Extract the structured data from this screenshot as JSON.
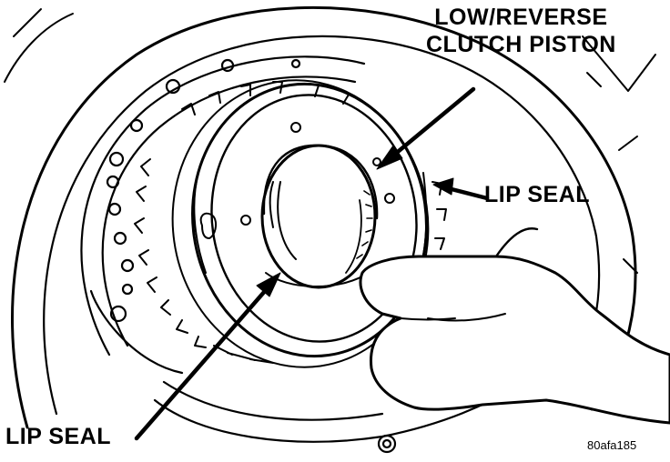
{
  "callouts": {
    "piston_line1": "LOW/REVERSE",
    "piston_line2": "CLUTCH PISTON",
    "lip_seal_outer": "LIP SEAL",
    "lip_seal_inner": "LIP SEAL"
  },
  "figure_id": "80afa185",
  "colors": {
    "ink": "#000000",
    "paper": "#ffffff"
  }
}
